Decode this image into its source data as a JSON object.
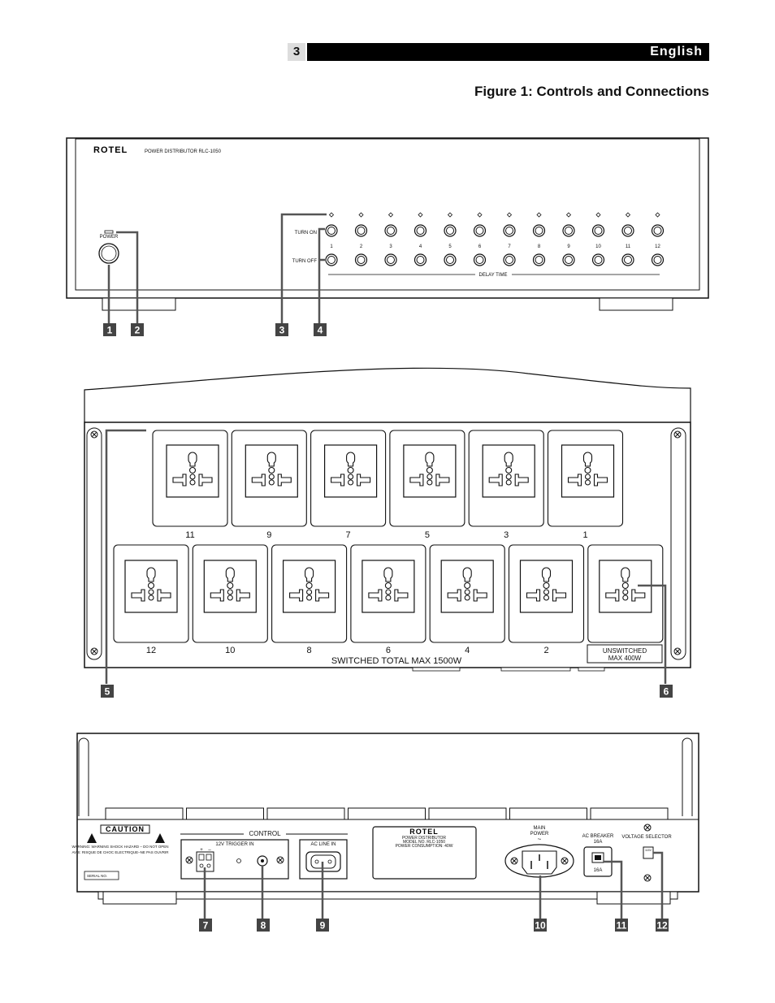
{
  "header": {
    "page_number": "3",
    "language": "English"
  },
  "figure_title": "Figure 1: Controls and Connections",
  "front_panel": {
    "brand": "ROTEL",
    "model_text": "POWER DISTRIBUTOR  RLC-1050",
    "power_label": "POWER",
    "turn_on_label": "TURN ON",
    "turn_off_label": "TURN OFF",
    "delay_numbers": [
      "1",
      "2",
      "3",
      "4",
      "5",
      "6",
      "7",
      "8",
      "9",
      "10",
      "11",
      "12"
    ],
    "delay_time_label": "DELAY TIME"
  },
  "top_panel": {
    "top_row_labels": [
      "11",
      "9",
      "7",
      "5",
      "3",
      "1"
    ],
    "bottom_row_labels": [
      "12",
      "10",
      "8",
      "6",
      "4",
      "2"
    ],
    "unswitched_label_1": "UNSWITCHED",
    "unswitched_label_2": "MAX 400W",
    "switched_total": "SWITCHED TOTAL MAX 1500W"
  },
  "rear_panel": {
    "caution": "CAUTION",
    "warning_1": "WARNING: WARNING SHOCK HAZARD – DO NOT OPEN",
    "warning_2": "AVIS: RISQUE DE CHOC ELECTRIQUE–NE PAS OUVRIR",
    "serial_label": "SERIAL NO.",
    "control_label": "CONTROL",
    "trigger_label": "12V TRIGGER IN",
    "trigger_plus": "+",
    "trigger_minus": "–",
    "ac_line_in": "AC LINE IN",
    "plate_brand": "ROTEL",
    "plate_line1": "POWER DISTRIBUTOR",
    "plate_line2": "MODEL NO. RLC-1050",
    "plate_line3": "POWER CONSUMPTION: 40W",
    "main_power_1": "MAIN",
    "main_power_2": "POWER",
    "main_power_symbol": "~",
    "ac_breaker_1": "AC BREAKER",
    "ac_breaker_2": "16A",
    "ac_breaker_value": "16A",
    "voltage_selector": "VOLTAGE SELECTOR",
    "voltage_value": "115V"
  },
  "callouts": [
    "1",
    "2",
    "3",
    "4",
    "5",
    "6",
    "7",
    "8",
    "9",
    "10",
    "11",
    "12"
  ]
}
